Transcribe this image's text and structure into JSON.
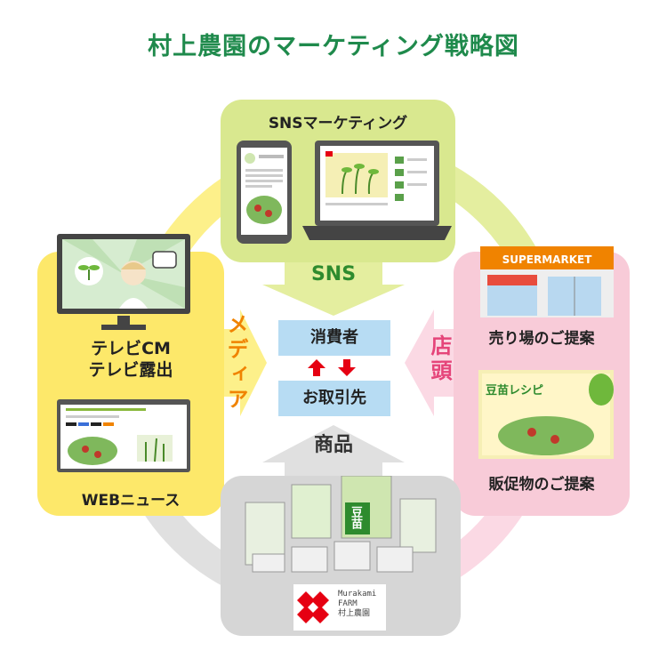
{
  "title": "村上農園のマーケティング戦略図",
  "sns": {
    "panel_label": "SNSマーケティング",
    "arrow_label": "SNS"
  },
  "media": {
    "tv_label_line1": "テレビCM",
    "tv_label_line2": "テレビ露出",
    "web_label": "WEBニュース",
    "arrow_label": "メディア"
  },
  "store": {
    "arrow_label": "店頭",
    "sales_floor_label": "売り場のご提案",
    "promo_label": "販促物のご提案",
    "supermarket_sign": "SUPERMARKET",
    "recipe_sign": "豆苗レシピ"
  },
  "product": {
    "arrow_label": "商品",
    "pack_label": "豆苗",
    "logo_line1": "Murakami",
    "logo_line2": "FARM",
    "logo_line3": "村上農園"
  },
  "center": {
    "consumer": "消費者",
    "business_partner": "お取引先"
  },
  "colors": {
    "title_green": "#1f8a4c",
    "sns_green": "#d9e88f",
    "media_yellow": "#fde86a",
    "store_pink": "#f8cbd8",
    "product_gray": "#d6d6d6",
    "center_blue": "#b7dcf3",
    "arrow_red": "#e60012",
    "media_orange": "#f08300",
    "store_pink_text": "#e5457a"
  }
}
